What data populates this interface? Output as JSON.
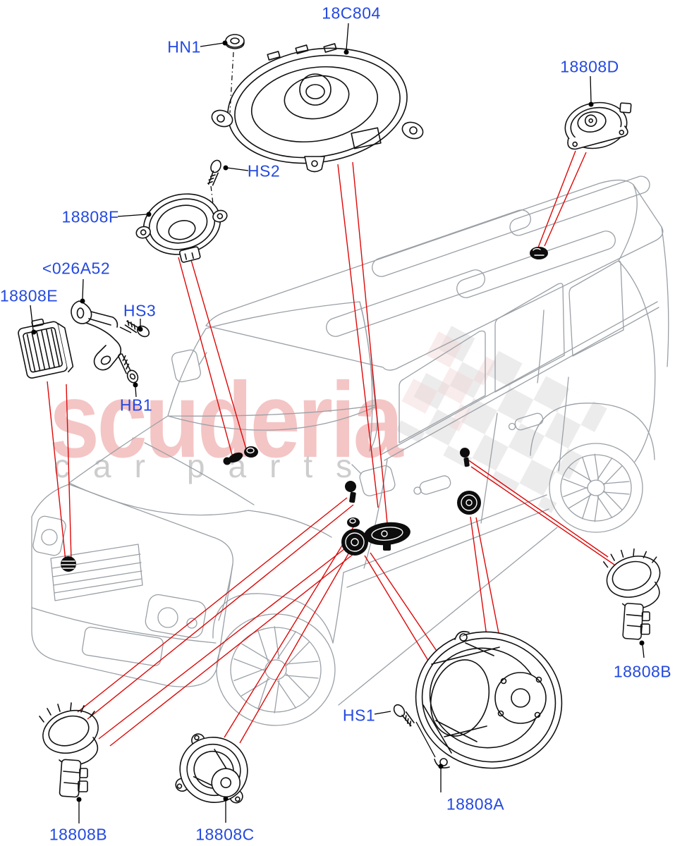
{
  "watermark": {
    "brand": "scuderia",
    "sub_word1": "car",
    "sub_word2": "parts"
  },
  "labels": [
    {
      "text": "18C804"
    },
    {
      "text": "HN1"
    },
    {
      "text": "HS2"
    },
    {
      "text": "18808F"
    },
    {
      "text": "18808D"
    },
    {
      "text": "<026A52"
    },
    {
      "text": "18808E"
    },
    {
      "text": "HS3"
    },
    {
      "text": "HB1"
    },
    {
      "text": "18808B"
    },
    {
      "text": "18808C"
    },
    {
      "text": "HS1"
    },
    {
      "text": "18808A"
    },
    {
      "text": "18808B"
    }
  ],
  "colors": {
    "label_blue": "#2449e0",
    "leader_red": "#dd0808",
    "part_black": "#111111",
    "car_gray": "#9aa0a6",
    "watermark_pink": "#f4c5c5",
    "watermark_gray": "#cdcdcd",
    "flag_gray": "#d9d9d9",
    "background": "#ffffff"
  }
}
